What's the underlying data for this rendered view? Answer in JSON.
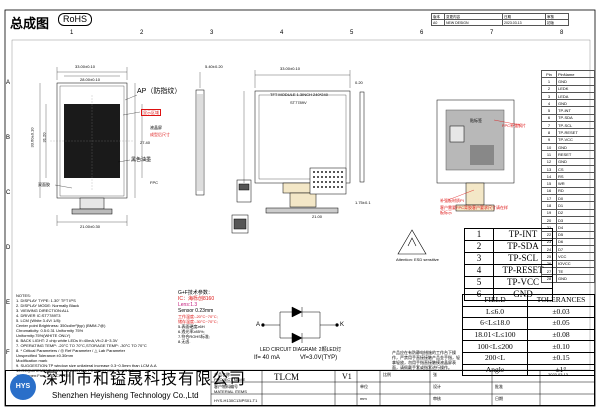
{
  "header": {
    "title": "总成图",
    "rohs": "RoHS"
  },
  "revision": {
    "headers": [
      "版本",
      "变更内容",
      "日期",
      "审核"
    ],
    "row1": [
      "A0",
      "NEW DESIGN",
      "2023.03.13",
      "初版"
    ]
  },
  "border": {
    "cols": [
      "1",
      "2",
      "3",
      "4",
      "5",
      "6",
      "7",
      "8"
    ],
    "rows": [
      "A",
      "B",
      "C",
      "D",
      "E",
      "F"
    ]
  },
  "front_view": {
    "ap_label": "AP（防指纹）",
    "active_area_label": "显示区域",
    "glass_label": "液晶屏",
    "fpc_label": "FPC",
    "black_edge_label": "黑色油墨",
    "tape_label": "双面胶",
    "note_label": "成型后尺寸",
    "dims": [
      "33.00±0.10",
      "28.00±0.10",
      "25.20",
      "33.60±0.10",
      "31.20",
      "27.40",
      "5.40±0.20",
      "21.00±0.30"
    ]
  },
  "center_view": {
    "module_label": "TFT MODULE 1.3INCH 240*240",
    "ic_label": "ST7789V",
    "dims": [
      "33.00±0.10",
      "21.00",
      "1.75±0.1",
      "0.20"
    ]
  },
  "right_view": {
    "fpc_note": "FPC补强钢片",
    "label_note": "贴标签",
    "stiffener_note": "补强板材质PI",
    "annotation": "客户需要FPC背胶客户要求尺寸请在样板标示"
  },
  "pin_table": {
    "headers": [
      "Pin",
      "PinName"
    ],
    "rows": [
      [
        "1",
        "GND"
      ],
      [
        "2",
        "LEDK"
      ],
      [
        "3",
        "LEDA"
      ],
      [
        "4",
        "GND"
      ],
      [
        "5",
        "TP-INT"
      ],
      [
        "6",
        "TP-SDA"
      ],
      [
        "7",
        "TP-SCL"
      ],
      [
        "8",
        "TP-RESET"
      ],
      [
        "9",
        "TP-VCC"
      ],
      [
        "10",
        "GND"
      ],
      [
        "11",
        "RESET"
      ],
      [
        "12",
        "GND"
      ],
      [
        "13",
        "CS"
      ],
      [
        "14",
        "RS"
      ],
      [
        "15",
        "WR"
      ],
      [
        "16",
        "RD"
      ],
      [
        "17",
        "D0"
      ],
      [
        "18",
        "D1"
      ],
      [
        "19",
        "D2"
      ],
      [
        "20",
        "D3"
      ],
      [
        "21",
        "D4"
      ],
      [
        "22",
        "D5"
      ],
      [
        "23",
        "D6"
      ],
      [
        "24",
        "D7"
      ],
      [
        "25",
        "VCC"
      ],
      [
        "26",
        "IOVCC"
      ],
      [
        "27",
        "TE"
      ],
      [
        "28",
        "GND"
      ]
    ]
  },
  "pin_callout": [
    [
      "1",
      "TP-INT"
    ],
    [
      "2",
      "TP-SDA"
    ],
    [
      "3",
      "TP-SCL"
    ],
    [
      "4",
      "TP-RESET"
    ],
    [
      "5",
      "TP-VCC"
    ],
    [
      "6",
      "GND"
    ]
  ],
  "tolerance": {
    "headers": [
      "FIELD",
      "TOLERANCES"
    ],
    "rows": [
      [
        "L≤6.0",
        "±0.03"
      ],
      [
        "6<L≤18.0",
        "±0.05"
      ],
      [
        "18.01<L≤100",
        "±0.08"
      ],
      [
        "100<L≤200",
        "±0.10"
      ],
      [
        "200<L",
        "±0.15"
      ],
      [
        "Angle",
        "±1°"
      ]
    ]
  },
  "led_circuit": {
    "title": "LED CIRCUIT DIAGRAM: 2颗LED灯",
    "if": "If= 40 mA",
    "vf": "Vf=3.0V(TYP)",
    "a": "A",
    "k": "K"
  },
  "tech_req": {
    "title": "G+F技术参数：",
    "ic": "IC：海栎创8160",
    "lens": "Lens:1.3",
    "sensor": "Sensor 0.23mm",
    "items": [
      "工作温度:-20°C~70°C;",
      "储存温度:-30°C~70°C;",
      "5.表面硬度≥6H",
      "6.透光率≥85%;",
      "7.符合ROHS标准;",
      "8.无卤."
    ]
  },
  "notes": [
    "NOTES:",
    "1. DISPLAY TYPE: 1.30\" TFT IPS",
    "2. DISPLAY MODE: Normally Black",
    "3. VIEWING DIRECTION:ALL",
    "4. DRIVER IC:ST7789T3",
    "5. LCM (White 3.4V/ 1/8):",
    "   Center point Brightness: 350cd/m²(typ) (BMM-7@)",
    "   Chromaticity: 0.5:0.31 Uniformity 75%",
    "   Uniformity:75%(WHITE ONLY)",
    "6. BACK LIGHT: 2 chip white LEDs If=40mA,Vf=2.8~3.3V",
    "7. OPERATING TEMP: -20°C TO 70°C,STORAGE TEMP: -30°C TO 70°C",
    "8. * Critical Parameters / ◎ Ref Parameter / △ Lab Parameter",
    "   Unspecified Tolerance:±0.30mm",
    "   Modification mark",
    "9. SUGGESTION:TP window size unilateral increase 0.3~0.5mm than LCM A.A",
    "10.REQUIREMENT: ENVIRONMENTAL PROTECTION: RoHS 2.0",
    "11.Halogen:Free, REACH:YES"
  ],
  "esd": {
    "caption": "Attention: ESD sensitive"
  },
  "caution": {
    "text": "产品应在有防静电措施的工作台下操作，严禁用手直接接触产品金手指，轻拿轻放，勿用手指直接触摸液晶屏表面，请佩戴手套或指套进行操作。"
  },
  "title_block": {
    "company_cn": "深圳市和镒晟科技有限公司",
    "company_en": "Shenzhen Heyisheng Technology Co.,Ltd",
    "logo": "HYS",
    "product_name_label": "产品名称",
    "product_name_label_en": "PROJECT NAME",
    "customer_label": "客户物料编号",
    "customer_label_en": "MATERIAL ITEMS",
    "part_number": "HYS-H130C13IPS01-T1",
    "customer": "TLCM",
    "version": "V1",
    "unit_label": "单位",
    "unit": "mm",
    "scale_label": "比例",
    "sheet_label": "张",
    "drawn_label": "设计",
    "check_label": "审核",
    "approve_label": "批准",
    "date_label": "日期",
    "date": "2023.03.13"
  }
}
